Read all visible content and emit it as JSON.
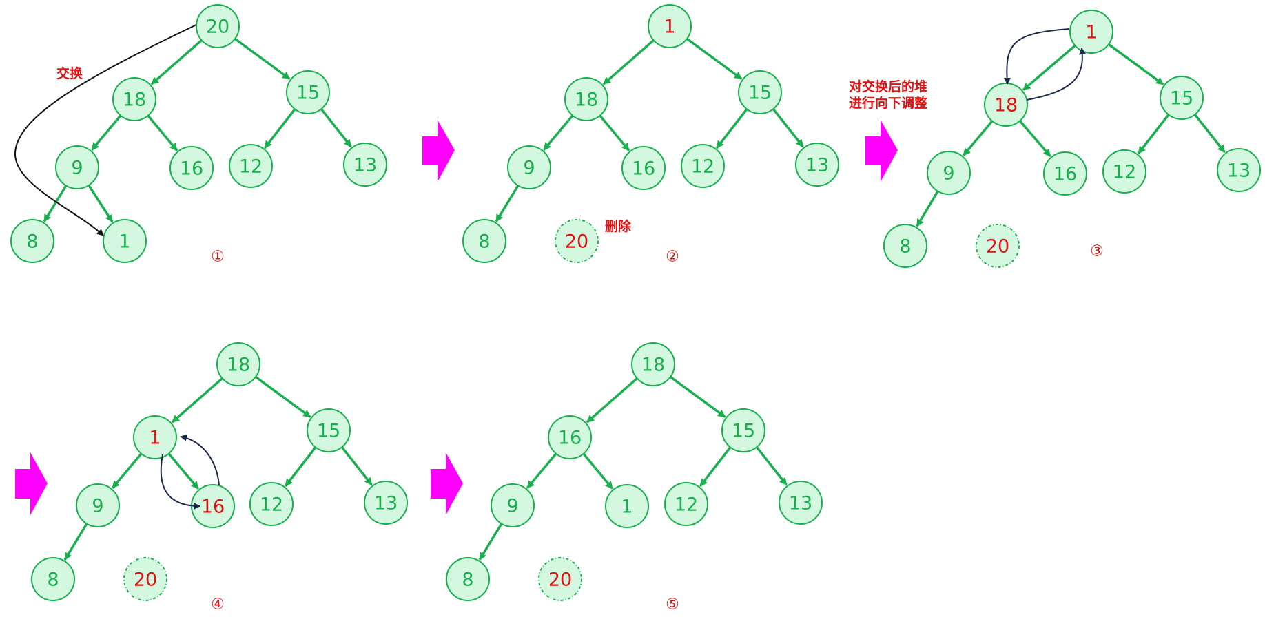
{
  "colors": {
    "node_fill": "#d4f7df",
    "node_stroke": "#18b04e",
    "node_text": "#18b04e",
    "highlight_text": "#e31111",
    "edge": "#18b04e",
    "swap_arrow": "#111111",
    "adjust_arrow": "#1b2a4a",
    "step_arrow": "#ff00ff",
    "note_text": "#e31111"
  },
  "annotations": {
    "swap_label": "交换",
    "delete_label": "删除",
    "adjust_label_line1": "对交换后的堆",
    "adjust_label_line2": "进行向下调整"
  },
  "panels": [
    {
      "id": "p1",
      "step": "①",
      "nodes": [
        {
          "id": "a",
          "label": "20"
        },
        {
          "id": "b",
          "label": "18"
        },
        {
          "id": "c",
          "label": "15"
        },
        {
          "id": "d",
          "label": "9"
        },
        {
          "id": "e",
          "label": "16"
        },
        {
          "id": "f",
          "label": "12"
        },
        {
          "id": "g",
          "label": "13"
        },
        {
          "id": "h",
          "label": "8"
        },
        {
          "id": "i",
          "label": "1"
        }
      ]
    },
    {
      "id": "p2",
      "step": "②",
      "nodes": [
        {
          "id": "a",
          "label": "1",
          "highlight": true
        },
        {
          "id": "b",
          "label": "18"
        },
        {
          "id": "c",
          "label": "15"
        },
        {
          "id": "d",
          "label": "9"
        },
        {
          "id": "e",
          "label": "16"
        },
        {
          "id": "f",
          "label": "12"
        },
        {
          "id": "g",
          "label": "13"
        },
        {
          "id": "h",
          "label": "8"
        },
        {
          "id": "i",
          "label": "20",
          "highlight": true,
          "deleted": true
        }
      ]
    },
    {
      "id": "p3",
      "step": "③",
      "nodes": [
        {
          "id": "a",
          "label": "1",
          "highlight": true
        },
        {
          "id": "b",
          "label": "18",
          "highlight": true
        },
        {
          "id": "c",
          "label": "15"
        },
        {
          "id": "d",
          "label": "9"
        },
        {
          "id": "e",
          "label": "16"
        },
        {
          "id": "f",
          "label": "12"
        },
        {
          "id": "g",
          "label": "13"
        },
        {
          "id": "h",
          "label": "8"
        },
        {
          "id": "i",
          "label": "20",
          "highlight": true,
          "deleted": true
        }
      ]
    },
    {
      "id": "p4",
      "step": "④",
      "nodes": [
        {
          "id": "a",
          "label": "18"
        },
        {
          "id": "b",
          "label": "1",
          "highlight": true
        },
        {
          "id": "c",
          "label": "15"
        },
        {
          "id": "d",
          "label": "9"
        },
        {
          "id": "e",
          "label": "16",
          "highlight": true
        },
        {
          "id": "f",
          "label": "12"
        },
        {
          "id": "g",
          "label": "13"
        },
        {
          "id": "h",
          "label": "8"
        },
        {
          "id": "i",
          "label": "20",
          "highlight": true,
          "deleted": true
        }
      ]
    },
    {
      "id": "p5",
      "step": "⑤",
      "nodes": [
        {
          "id": "a",
          "label": "18"
        },
        {
          "id": "b",
          "label": "16"
        },
        {
          "id": "c",
          "label": "15"
        },
        {
          "id": "d",
          "label": "9"
        },
        {
          "id": "e",
          "label": "1"
        },
        {
          "id": "f",
          "label": "12"
        },
        {
          "id": "g",
          "label": "13"
        },
        {
          "id": "h",
          "label": "8"
        },
        {
          "id": "i",
          "label": "20",
          "highlight": true,
          "deleted": true
        }
      ]
    }
  ]
}
